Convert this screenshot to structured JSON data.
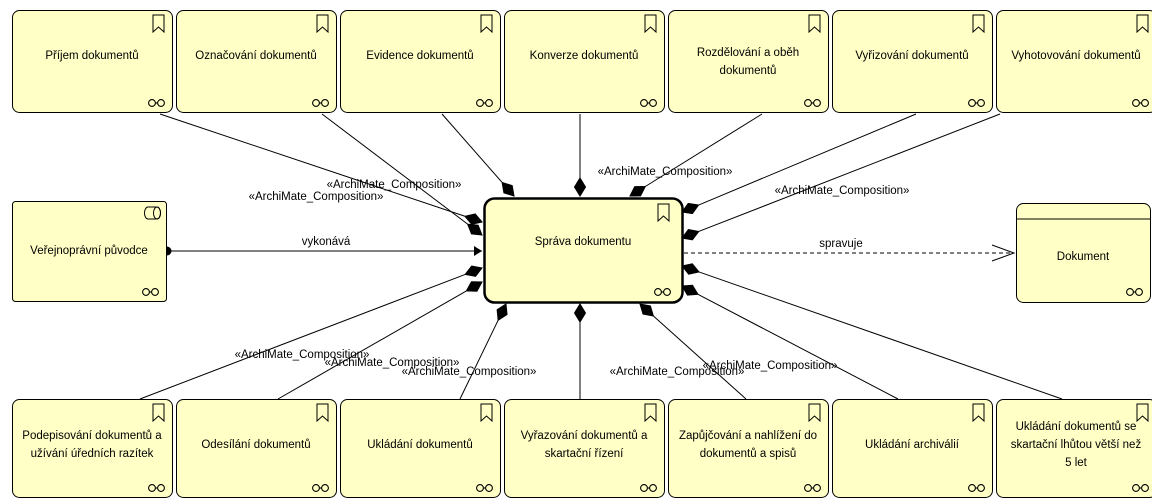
{
  "central": {
    "label": "Správa dokumentu"
  },
  "actor": {
    "label": "Veřejnoprávní původce"
  },
  "object": {
    "label": "Dokument"
  },
  "relations": {
    "performs": "vykonává",
    "manages": "spravuje",
    "composition": "«ArchiMate_Composition»"
  },
  "top_processes": [
    {
      "label": "Příjem dokumentů"
    },
    {
      "label": "Označování dokumentů"
    },
    {
      "label": "Evidence dokumentů"
    },
    {
      "label": "Konverze dokumentů"
    },
    {
      "label": "Rozdělování a oběh dokumentů"
    },
    {
      "label": "Vyřizování dokumentů"
    },
    {
      "label": "Vyhotovování dokumentů"
    }
  ],
  "bottom_processes": [
    {
      "label": "Podepisování dokumentů a užívání úředních razítek"
    },
    {
      "label": "Odesílání dokumentů"
    },
    {
      "label": "Ukládání dokumentů"
    },
    {
      "label": "Vyřazování dokumentů a skartační řízení"
    },
    {
      "label": "Zapůjčování a nahlížení do dokumentů a spisů"
    },
    {
      "label": "Ukládání archiválií"
    },
    {
      "label": "Ukládání dokumentů se skartační lhůtou větší než 5 let"
    }
  ],
  "colors": {
    "box_fill": "#ffffc6",
    "box_stroke": "#000000",
    "line": "#000000"
  }
}
